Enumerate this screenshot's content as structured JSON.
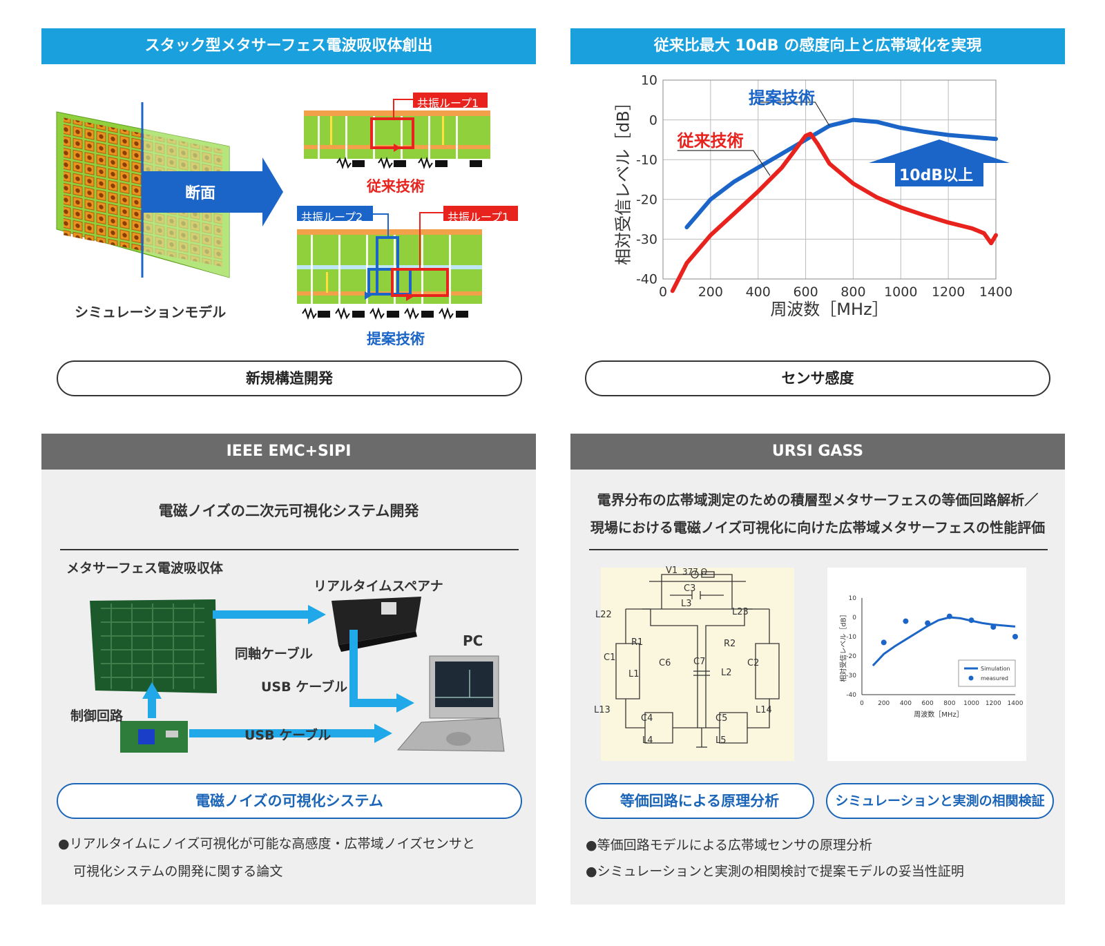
{
  "panels": {
    "tl": {
      "header": "スタック型メタサーフェス電波吸収体創出",
      "sim_label": "シミュレーションモデル",
      "arrow_label": "断面",
      "loop1_a": "共振ループ1",
      "loop2": "共振ループ2",
      "loop1_b": "共振ループ1",
      "conventional": "従来技術",
      "proposed": "提案技術",
      "pill": "新規構造開発"
    },
    "tr": {
      "header": "従来比最大 10dB の感度向上と広帯域化を実現",
      "pill": "センサ感度",
      "improvement": "10dB以上"
    },
    "bl": {
      "header": "IEEE EMC+SIPI",
      "title": "電磁ノイズの二次元可視化システム開発",
      "absorber": "メタサーフェス電波吸収体",
      "analyzer": "リアルタイムスペアナ",
      "pc": "PC",
      "coax": "同軸ケーブル",
      "usb1": "USB ケーブル",
      "usb2": "USB ケーブル",
      "control": "制御回路",
      "pill": "電磁ノイズの可視化システム",
      "bullet1_line1": "●リアルタイムにノイズ可視化が可能な高感度・広帯域ノイズセンサと",
      "bullet1_line2": "可視化システムの開発に関する論文"
    },
    "br": {
      "header": "URSI GASS",
      "title_line1": "電界分布の広帯域測定のための積層型メタサーフェスの等価回路解析／",
      "title_line2": "現場における電磁ノイズ可視化に向けた広帯域メタサーフェスの性能評価",
      "pill1": "等価回路による原理分析",
      "pill2": "シミュレーションと実測の相関検証",
      "bullet1": "●等価回路モデルによる広帯域センサの原理分析",
      "bullet2": "●シミュレーションと実測の相関検討で提案モデルの妥当性証明",
      "circuit": {
        "v1": "V1",
        "r0": "377 Ω",
        "c3": "C3",
        "l3": "L3",
        "l22": "L22",
        "l23": "L23",
        "r1": "R1",
        "r2": "R2",
        "c1": "C1",
        "c2": "C2",
        "l1": "L1",
        "l2": "L2",
        "c6": "C6",
        "c7": "C7",
        "l13": "L13",
        "l14": "L14",
        "c4": "C4",
        "c5": "C5",
        "l4": "L4",
        "l5": "L5"
      }
    }
  },
  "chart_data": [
    {
      "type": "line",
      "xlabel": "周波数［MHz］",
      "ylabel": "相対受信レベル［dB］",
      "xlim": [
        0,
        1400
      ],
      "ylim": [
        -40,
        10
      ],
      "xticks": [
        0,
        200,
        400,
        600,
        800,
        1000,
        1200,
        1400
      ],
      "yticks": [
        10,
        0,
        -10,
        -20,
        -30,
        -40
      ],
      "grid": true,
      "series": [
        {
          "name": "提案技術",
          "color": "#1b65c8",
          "x": [
            100,
            200,
            300,
            400,
            500,
            600,
            700,
            800,
            900,
            1000,
            1100,
            1200,
            1300,
            1400
          ],
          "y": [
            -27,
            -20,
            -15.5,
            -12,
            -8.5,
            -5,
            -1.5,
            0,
            -0.5,
            -2,
            -3,
            -3.8,
            -4.3,
            -4.8
          ]
        },
        {
          "name": "従来技術",
          "color": "#e8231e",
          "x": [
            40,
            100,
            200,
            300,
            400,
            500,
            550,
            600,
            620,
            650,
            700,
            800,
            900,
            1000,
            1100,
            1200,
            1300,
            1350,
            1380,
            1400
          ],
          "y": [
            -43,
            -36,
            -29,
            -23.5,
            -18,
            -12,
            -8,
            -4,
            -3.5,
            -6,
            -11,
            -16,
            -19.5,
            -22,
            -24,
            -25.8,
            -27.3,
            -28.5,
            -31,
            -29
          ]
        }
      ]
    },
    {
      "type": "line",
      "xlabel": "周波数［MHz］",
      "ylabel": "相対受信レベル［dB］",
      "xlim": [
        0,
        1400
      ],
      "ylim": [
        -40,
        10
      ],
      "xticks": [
        0,
        200,
        400,
        600,
        800,
        1000,
        1200,
        1400
      ],
      "yticks": [
        10,
        0,
        -10,
        -20,
        -30,
        -40
      ],
      "series": [
        {
          "name": "Simulation",
          "color": "#1b65c8",
          "x": [
            100,
            200,
            300,
            400,
            500,
            600,
            700,
            800,
            900,
            1000,
            1100,
            1200,
            1300,
            1400
          ],
          "y": [
            -25,
            -19,
            -15,
            -11.5,
            -8,
            -4.5,
            -1.5,
            0,
            -0.5,
            -1.8,
            -3,
            -3.8,
            -4.3,
            -4.8
          ]
        },
        {
          "name": "measured",
          "color": "#1b65c8",
          "x": [
            200,
            400,
            600,
            800,
            1000,
            1200,
            1400
          ],
          "y": [
            -13,
            -2,
            -3,
            0.5,
            -1.5,
            -5,
            -10
          ]
        }
      ]
    }
  ],
  "colors": {
    "header_blue": "#1aa0dc",
    "header_gray": "#6b6b6b",
    "accent_blue": "#1b65b8",
    "red": "#e8231e",
    "panel_gray": "#efefef"
  }
}
